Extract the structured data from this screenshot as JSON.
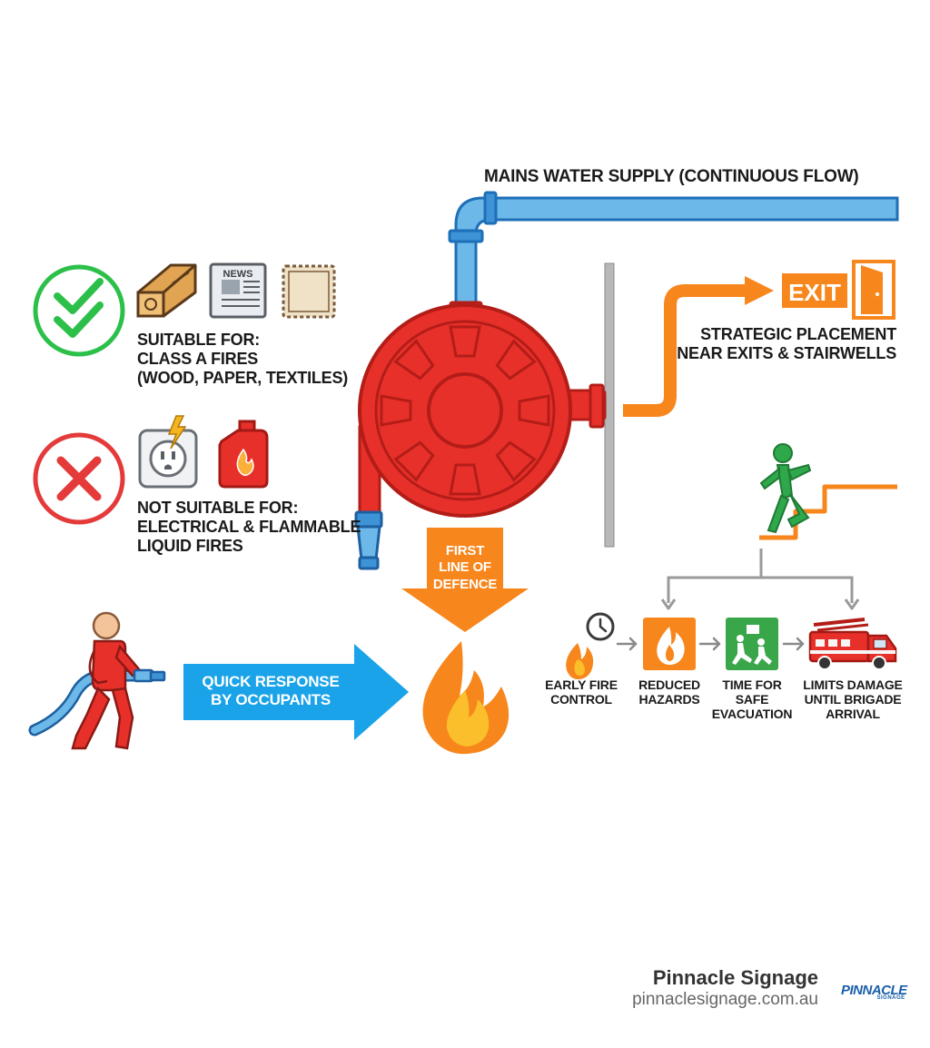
{
  "labels": {
    "mains_water_supply": "MAINS WATER SUPPLY (CONTINUOUS FLOW)",
    "suitable": [
      "SUITABLE FOR:",
      "CLASS A FIRES",
      "(WOOD, PAPER, TEXTILES)"
    ],
    "not_suitable": [
      "NOT SUITABLE FOR:",
      "ELECTRICAL & FLAMMABLE",
      "LIQUID FIRES"
    ],
    "strategic": [
      "STRATEGIC PLACEMENT",
      "NEAR EXITS & STAIRWELLS"
    ],
    "exit_sign": "EXIT",
    "news_icon_text": "NEWS",
    "quick_response": [
      "QUICK RESPONSE",
      "BY OCCUPANTS"
    ],
    "first_line": [
      "FIRST",
      "LINE OF",
      "DEFENCE"
    ]
  },
  "steps": [
    {
      "lines": [
        "EARLY FIRE",
        "CONTROL"
      ],
      "icon": "flame-clock-icon"
    },
    {
      "lines": [
        "REDUCED",
        "HAZARDS"
      ],
      "icon": "hazard-flame-icon"
    },
    {
      "lines": [
        "TIME FOR",
        "SAFE",
        "EVACUATION"
      ],
      "icon": "evacuation-sign-icon"
    },
    {
      "lines": [
        "LIMITS DAMAGE",
        "UNTIL BRIGADE",
        "ARRIVAL"
      ],
      "icon": "fire-truck-icon"
    }
  ],
  "branding": {
    "name": "Pinnacle Signage",
    "url": "pinnaclesignage.com.au",
    "logo_text": "PINNACLE",
    "logo_subtext": "SIGNAGE"
  },
  "colors": {
    "reel_red": "#e8302a",
    "reel_dark": "#b31d18",
    "pipe_blue": "#6cb8e8",
    "pipe_dark": "#1d6fb8",
    "orange": "#f7861c",
    "quick_blue": "#1aa3e8",
    "check_green": "#2cc04a",
    "cross_red": "#e43a3a",
    "person_green": "#2ea84a",
    "exit_green": "#3aa64a"
  }
}
